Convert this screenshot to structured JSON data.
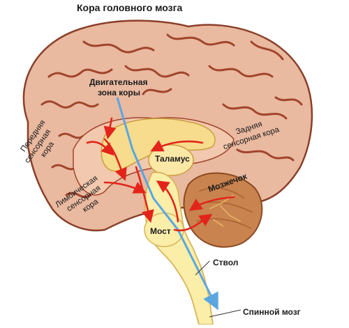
{
  "labels": {
    "cortex": "Кора головного мозга",
    "motor_zone_1": "Двигательная",
    "motor_zone_2": "зона коры",
    "front_sensory_1": "Передняя",
    "front_sensory_2": "сенсорная",
    "front_sensory_3": "кора",
    "back_sensory_1": "Задняя",
    "back_sensory_2": "сенсорная кора",
    "thalamus": "Таламус",
    "limbic_1": "Лимбическая",
    "limbic_2": "сенсорная",
    "limbic_3": "кора",
    "cerebellum": "Мозжечок",
    "pons": "Мост",
    "stem": "Ствол",
    "spinal_cord": "Спинной мозг"
  },
  "colors": {
    "cortex": "#e9b9a0",
    "cortex_outline": "#8a3f28",
    "gyri": "#a0452c",
    "thalamus": "#f6dc8c",
    "stem": "#fbeea9",
    "cerebellum": "#c9834f",
    "arrow_red": "#e3241b",
    "arrow_blue": "#5aa6e0"
  }
}
